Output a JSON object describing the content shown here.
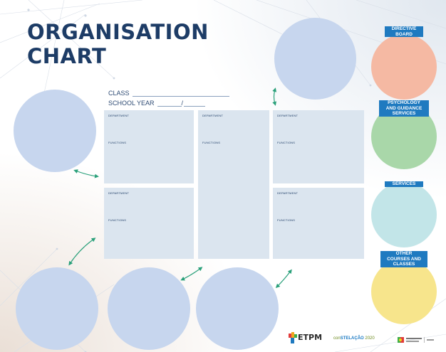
{
  "title": {
    "line1": "ORGANISATION",
    "line2": "CHART"
  },
  "form": {
    "class_label": "CLASS",
    "school_year_label": "SCHOOL YEAR",
    "school_year_separator": "/"
  },
  "boxes": [
    {
      "dept": "DEPARTMENT",
      "func": "FUNCTIONS"
    },
    {
      "dept": "DEPARTMENT",
      "func": "FUNCTIONS"
    },
    {
      "dept": "DEPARTMENT",
      "func": "FUNCTIONS"
    },
    {
      "dept": "DEPARTMENT",
      "func": "FUNCTIONS"
    },
    {
      "dept": "DEPARTMENT",
      "func": "FUNCTIONS"
    }
  ],
  "side_groups": [
    {
      "label_lines": [
        "DIRECTIVE",
        "BOARD"
      ],
      "color": "#f5b9a3"
    },
    {
      "label_lines": [
        "PSYCHOLOGY",
        "AND GUIDANCE",
        "SERVICES"
      ],
      "color": "#a9d7a9"
    },
    {
      "label_lines": [
        "SERVICES"
      ],
      "color": "#c2e5e8"
    },
    {
      "label_lines": [
        "OTHER",
        "COURSES AND",
        "CLASSES"
      ],
      "color": "#f7e58c"
    }
  ],
  "colors": {
    "title": "#1d3c66",
    "label_bg": "#1f7ac0",
    "circle": "#c7d6ee",
    "box": "#dbe5ef",
    "arrow": "#2aa07a"
  },
  "footer": {
    "etpm": "ETPM",
    "cons_prefix": "con",
    "cons_main": "STELAÇÃO",
    "cons_year": "2020"
  }
}
